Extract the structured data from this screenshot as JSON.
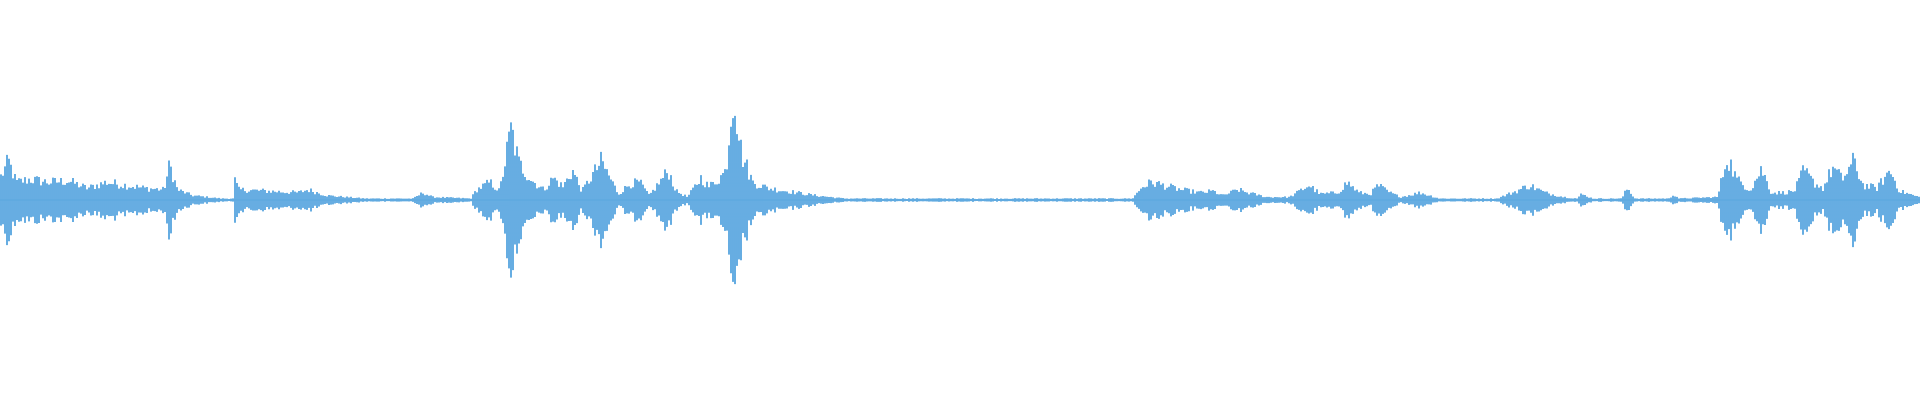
{
  "waveform": {
    "color": "#5FA9E0",
    "background": "#FFFFFF",
    "sample_count": 960,
    "envelope": [
      [
        0,
        0.16
      ],
      [
        0.004,
        0.26
      ],
      [
        0.008,
        0.12
      ],
      [
        0.015,
        0.14
      ],
      [
        0.025,
        0.12
      ],
      [
        0.035,
        0.13
      ],
      [
        0.045,
        0.08
      ],
      [
        0.055,
        0.12
      ],
      [
        0.065,
        0.1
      ],
      [
        0.075,
        0.08
      ],
      [
        0.085,
        0.07
      ],
      [
        0.088,
        0.24
      ],
      [
        0.092,
        0.07
      ],
      [
        0.1,
        0.03
      ],
      [
        0.115,
        0.01
      ],
      [
        0.121,
        0.01
      ],
      [
        0.122,
        0.13
      ],
      [
        0.124,
        0.07
      ],
      [
        0.14,
        0.06
      ],
      [
        0.155,
        0.05
      ],
      [
        0.16,
        0.07
      ],
      [
        0.17,
        0.03
      ],
      [
        0.19,
        0.01
      ],
      [
        0.215,
        0.01
      ],
      [
        0.22,
        0.05
      ],
      [
        0.225,
        0.02
      ],
      [
        0.245,
        0.01
      ],
      [
        0.248,
        0.07
      ],
      [
        0.255,
        0.12
      ],
      [
        0.26,
        0.06
      ],
      [
        0.266,
        0.48
      ],
      [
        0.27,
        0.25
      ],
      [
        0.277,
        0.13
      ],
      [
        0.283,
        0.07
      ],
      [
        0.288,
        0.15
      ],
      [
        0.293,
        0.09
      ],
      [
        0.298,
        0.2
      ],
      [
        0.303,
        0.06
      ],
      [
        0.308,
        0.16
      ],
      [
        0.313,
        0.26
      ],
      [
        0.318,
        0.14
      ],
      [
        0.322,
        0.04
      ],
      [
        0.328,
        0.11
      ],
      [
        0.333,
        0.12
      ],
      [
        0.338,
        0.03
      ],
      [
        0.344,
        0.13
      ],
      [
        0.348,
        0.2
      ],
      [
        0.352,
        0.06
      ],
      [
        0.358,
        0.02
      ],
      [
        0.365,
        0.15
      ],
      [
        0.369,
        0.09
      ],
      [
        0.374,
        0.14
      ],
      [
        0.378,
        0.2
      ],
      [
        0.382,
        0.78
      ],
      [
        0.386,
        0.32
      ],
      [
        0.392,
        0.12
      ],
      [
        0.4,
        0.08
      ],
      [
        0.41,
        0.06
      ],
      [
        0.425,
        0.03
      ],
      [
        0.44,
        0.01
      ],
      [
        0.59,
        0.01
      ],
      [
        0.595,
        0.09
      ],
      [
        0.6,
        0.12
      ],
      [
        0.615,
        0.07
      ],
      [
        0.625,
        0.05
      ],
      [
        0.632,
        0.06
      ],
      [
        0.637,
        0.03
      ],
      [
        0.645,
        0.07
      ],
      [
        0.65,
        0.05
      ],
      [
        0.66,
        0.02
      ],
      [
        0.672,
        0.02
      ],
      [
        0.682,
        0.1
      ],
      [
        0.688,
        0.04
      ],
      [
        0.697,
        0.05
      ],
      [
        0.702,
        0.12
      ],
      [
        0.708,
        0.05
      ],
      [
        0.714,
        0.04
      ],
      [
        0.718,
        0.1
      ],
      [
        0.724,
        0.05
      ],
      [
        0.73,
        0.02
      ],
      [
        0.74,
        0.05
      ],
      [
        0.75,
        0.01
      ],
      [
        0.78,
        0.01
      ],
      [
        0.79,
        0.06
      ],
      [
        0.797,
        0.1
      ],
      [
        0.805,
        0.05
      ],
      [
        0.815,
        0.02
      ],
      [
        0.822,
        0.01
      ],
      [
        0.824,
        0.04
      ],
      [
        0.83,
        0.01
      ],
      [
        0.845,
        0.01
      ],
      [
        0.848,
        0.08
      ],
      [
        0.852,
        0.01
      ],
      [
        0.87,
        0.01
      ],
      [
        0.872,
        0.04
      ],
      [
        0.875,
        0.01
      ],
      [
        0.895,
        0.02
      ],
      [
        0.9,
        0.3
      ],
      [
        0.905,
        0.14
      ],
      [
        0.912,
        0.07
      ],
      [
        0.918,
        0.21
      ],
      [
        0.923,
        0.05
      ],
      [
        0.93,
        0.05
      ],
      [
        0.935,
        0.06
      ],
      [
        0.94,
        0.2
      ],
      [
        0.945,
        0.12
      ],
      [
        0.95,
        0.08
      ],
      [
        0.955,
        0.22
      ],
      [
        0.96,
        0.14
      ],
      [
        0.966,
        0.26
      ],
      [
        0.971,
        0.1
      ],
      [
        0.978,
        0.08
      ],
      [
        0.985,
        0.2
      ],
      [
        0.99,
        0.06
      ],
      [
        1,
        0.02
      ]
    ]
  }
}
